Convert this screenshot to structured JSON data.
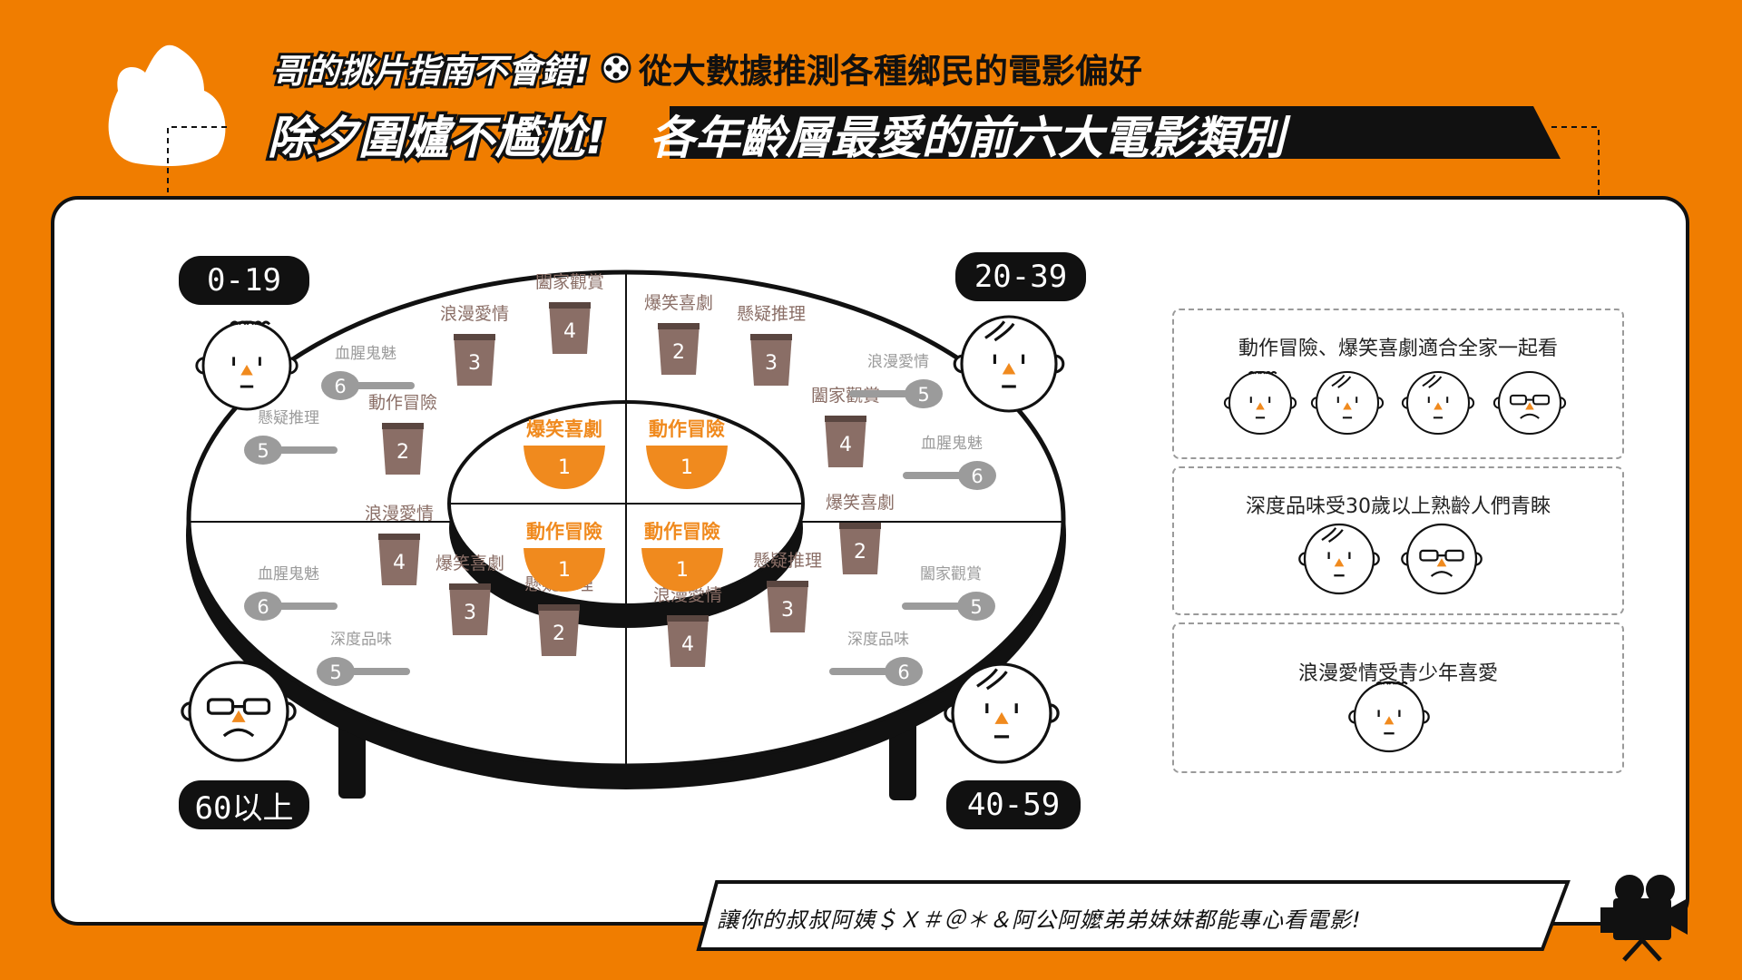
{
  "header": {
    "subtitle_left": "哥的挑片指南不會錯!",
    "subtitle_right": "從大數據推測各種鄉民的電影偏好",
    "title_left": "除夕圍爐不尷尬!",
    "title_right": "各年齡層最愛的前六大電影類別"
  },
  "colors": {
    "background": "#F07D00",
    "accent": "#F08A1E",
    "cup": "#8A6E66",
    "spoon": "#9B9B9B",
    "ink": "#111111"
  },
  "age_groups": [
    {
      "label": "0-19",
      "center_pick": {
        "genre": "爆笑喜劇",
        "rank": "1"
      },
      "items": [
        {
          "genre": "動作冒險",
          "rank": "2",
          "kind": "cup"
        },
        {
          "genre": "浪漫愛情",
          "rank": "3",
          "kind": "cup"
        },
        {
          "genre": "闔家觀賞",
          "rank": "4",
          "kind": "cup"
        },
        {
          "genre": "懸疑推理",
          "rank": "5",
          "kind": "spoon"
        },
        {
          "genre": "血腥鬼魅",
          "rank": "6",
          "kind": "spoon"
        }
      ]
    },
    {
      "label": "20-39",
      "center_pick": {
        "genre": "動作冒險",
        "rank": "1"
      },
      "items": [
        {
          "genre": "爆笑喜劇",
          "rank": "2",
          "kind": "cup"
        },
        {
          "genre": "懸疑推理",
          "rank": "3",
          "kind": "cup"
        },
        {
          "genre": "闔家觀賞",
          "rank": "4",
          "kind": "cup"
        },
        {
          "genre": "浪漫愛情",
          "rank": "5",
          "kind": "spoon"
        },
        {
          "genre": "血腥鬼魅",
          "rank": "6",
          "kind": "spoon"
        }
      ]
    },
    {
      "label": "40-59",
      "center_pick": {
        "genre": "動作冒險",
        "rank": "1"
      },
      "items": [
        {
          "genre": "爆笑喜劇",
          "rank": "2",
          "kind": "cup"
        },
        {
          "genre": "懸疑推理",
          "rank": "3",
          "kind": "cup"
        },
        {
          "genre": "浪漫愛情",
          "rank": "4",
          "kind": "cup"
        },
        {
          "genre": "闔家觀賞",
          "rank": "5",
          "kind": "spoon"
        },
        {
          "genre": "深度品味",
          "rank": "6",
          "kind": "spoon"
        }
      ]
    },
    {
      "label": "60以上",
      "center_pick": {
        "genre": "動作冒險",
        "rank": "1"
      },
      "items": [
        {
          "genre": "懸疑推理",
          "rank": "2",
          "kind": "cup"
        },
        {
          "genre": "爆笑喜劇",
          "rank": "3",
          "kind": "cup"
        },
        {
          "genre": "浪漫愛情",
          "rank": "4",
          "kind": "cup"
        },
        {
          "genre": "深度品味",
          "rank": "5",
          "kind": "spoon"
        },
        {
          "genre": "血腥鬼魅",
          "rank": "6",
          "kind": "spoon"
        }
      ]
    }
  ],
  "legend": [
    {
      "text": "動作冒險、爆笑喜劇適合全家一起看",
      "faces": [
        "0-19",
        "20-39",
        "40-59",
        "60以上"
      ]
    },
    {
      "text": "深度品味受30歲以上熟齡人們青睞",
      "faces": [
        "40-59",
        "60以上"
      ]
    },
    {
      "text": "浪漫愛情受青少年喜愛",
      "faces": [
        "0-19"
      ]
    }
  ],
  "footer": {
    "banner": "讓你的叔叔阿姨＄Ｘ＃＠＊＆阿公阿嬤弟弟妹妹都能專心看電影!"
  }
}
